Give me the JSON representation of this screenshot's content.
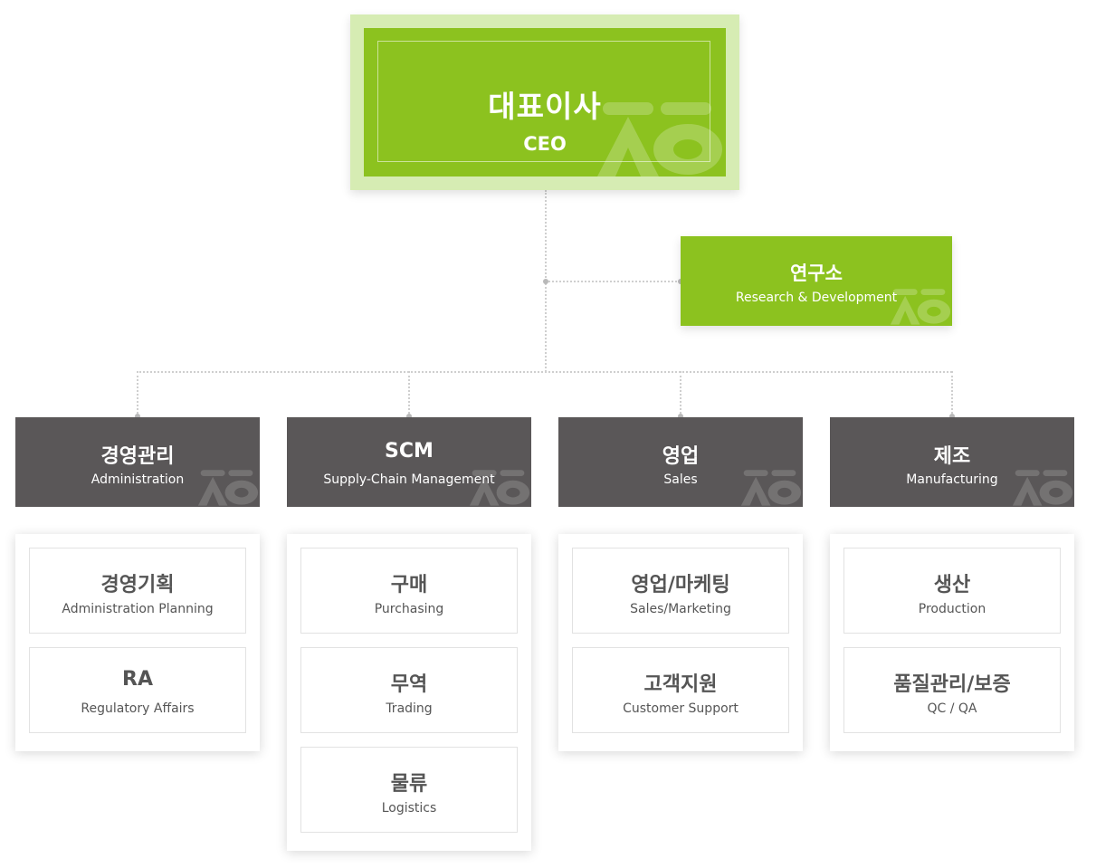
{
  "ceo": {
    "title": "대표이사",
    "subtitle": "CEO"
  },
  "rnd": {
    "title": "연구소",
    "subtitle": "Research & Development"
  },
  "departments": [
    {
      "title": "경영관리",
      "subtitle": "Administration",
      "units": [
        {
          "title": "경영기획",
          "subtitle": "Administration Planning"
        },
        {
          "title": "RA",
          "subtitle": "Regulatory Affairs"
        }
      ]
    },
    {
      "title": "SCM",
      "subtitle": "Supply-Chain Management",
      "units": [
        {
          "title": "구매",
          "subtitle": "Purchasing"
        },
        {
          "title": "무역",
          "subtitle": "Trading"
        },
        {
          "title": "물류",
          "subtitle": "Logistics"
        }
      ]
    },
    {
      "title": "영업",
      "subtitle": "Sales",
      "units": [
        {
          "title": "영업/마케팅",
          "subtitle": "Sales/Marketing"
        },
        {
          "title": "고객지원",
          "subtitle": "Customer Support"
        }
      ]
    },
    {
      "title": "제조",
      "subtitle": "Manufacturing",
      "units": [
        {
          "title": "생산",
          "subtitle": "Production"
        },
        {
          "title": "품질관리/보증",
          "subtitle": "QC / QA"
        }
      ]
    }
  ],
  "colors": {
    "brand_green": "#8cc21f",
    "light_green": "#d6ecb3",
    "dept_gray": "#5a5758",
    "card_border": "#e2e2e2",
    "text_gray": "#555555"
  }
}
